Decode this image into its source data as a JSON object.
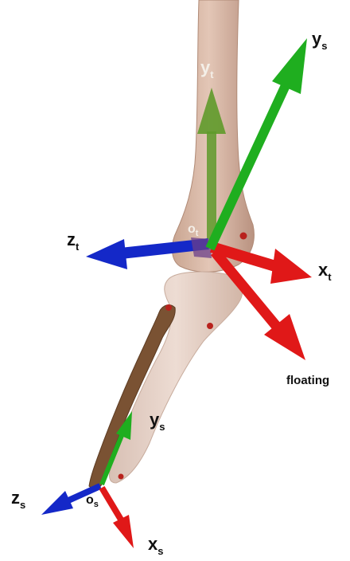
{
  "colors": {
    "x_axis": "#e01818",
    "y_axis": "#1fae1f",
    "z_axis": "#1428c8",
    "bone": "#d9b8a6",
    "bone_shadow": "#c39c88",
    "fibula": "#7a5233",
    "background": "#ffffff"
  },
  "labels": {
    "ys_top": {
      "main": "y",
      "sub": "s"
    },
    "yt": {
      "main": "y",
      "sub": "t"
    },
    "zt": {
      "main": "z",
      "sub": "t"
    },
    "ot": {
      "main": "o",
      "sub": "t"
    },
    "xt": {
      "main": "x",
      "sub": "t"
    },
    "floating": "floating",
    "ys_bottom": {
      "main": "y",
      "sub": "s"
    },
    "zs": {
      "main": "z",
      "sub": "s"
    },
    "os": {
      "main": "o",
      "sub": "s"
    },
    "xs": {
      "main": "x",
      "sub": "s"
    }
  }
}
